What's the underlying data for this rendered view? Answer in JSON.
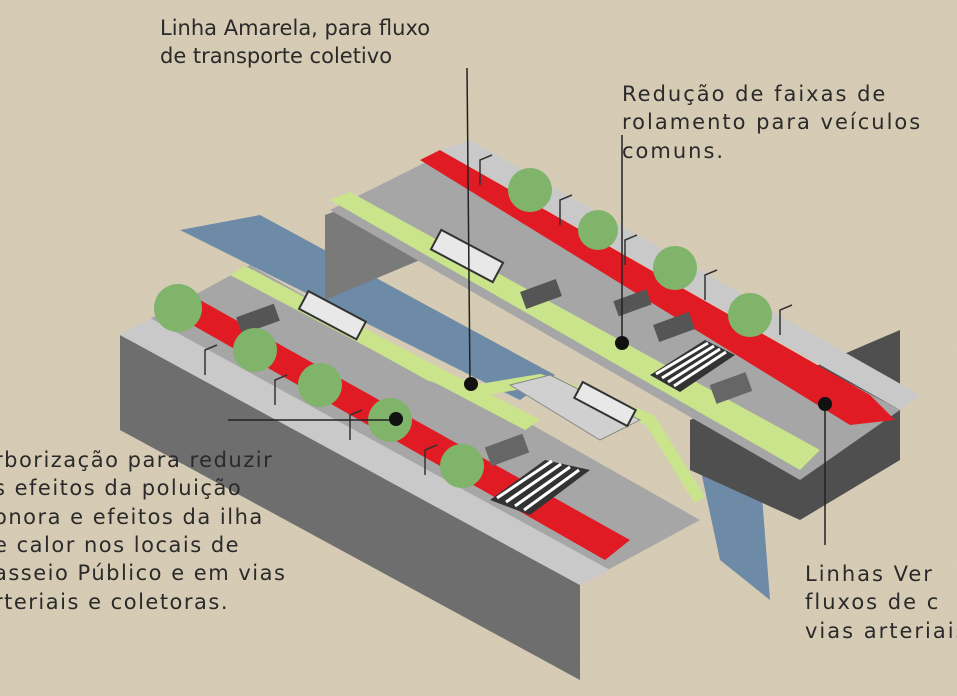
{
  "background_color": "#d8cdb4",
  "colors": {
    "road": "#8f8f8f",
    "road_top": "#a9a9a9",
    "wall": "#6e6e6e",
    "wall_dark": "#4f4f4f",
    "red_lane": "#e01b24",
    "green_lane": "#c9e48a",
    "water": "#6d8aa6",
    "tree": "#7fb46a",
    "sidewalk": "#c7c7c7"
  },
  "labels": {
    "yellow_line": "Linha Amarela, para fluxo\nde transporte coletivo",
    "lane_reduction": "Redução de faixas de\nrolamento para veículos\ncomuns.",
    "trees": "rborização para reduzir\ns efeitos da poluição\nonora e efeitos da ilha\ne calor nos locais de\nasseio Público e em vias\nrteriais e coletoras.",
    "green_lines": "Linhas Ver\nfluxos de c\nvias arteriais"
  }
}
